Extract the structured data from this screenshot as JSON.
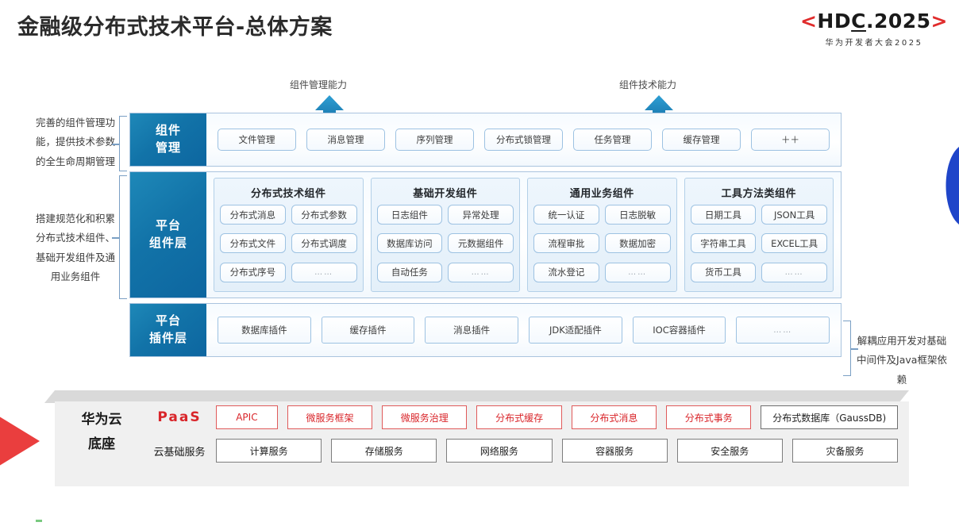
{
  "header": {
    "title": "金融级分布式技术平台-总体方案",
    "logo": {
      "bracket_left": "<",
      "bracket_right": ">",
      "main_pre": "HD",
      "main_underlined": "C",
      "main_post": ".2025",
      "subtitle": "华为开发者大会2025",
      "bracket_color": "#e02b2b",
      "text_color": "#1a1a1a"
    }
  },
  "callouts": {
    "arrow_left_label": "组件管理能力",
    "arrow_right_label": "组件技术能力",
    "arrow_color": "#1273a8"
  },
  "side_notes": {
    "left_top": "完善的组件管理功能，提供技术参数的全生命周期管理",
    "left_bottom": "搭建规范化和积累分布式技术组件、基础开发组件及通用业务组件",
    "right": "解耦应用开发对基础中间件及Java框架依赖"
  },
  "bands": [
    {
      "name": "component-management",
      "label": "组件\n管理",
      "label_line1": "组件",
      "label_line2": "管理",
      "chips": [
        "文件管理",
        "消息管理",
        "序列管理",
        "分布式锁管理",
        "任务管理",
        "缓存管理",
        "＋＋"
      ]
    },
    {
      "name": "platform-plugin-layer",
      "label_line1": "平台",
      "label_line2": "插件层",
      "chips": [
        "数据库插件",
        "缓存插件",
        "消息插件",
        "JDK适配插件",
        "IOC容器插件",
        "……"
      ]
    }
  ],
  "component_layer": {
    "label_line1": "平台",
    "label_line2": "组件层",
    "groups": [
      {
        "title": "分布式技术组件",
        "items": [
          "分布式消息",
          "分布式参数",
          "分布式文件",
          "分布式调度",
          "分布式序号",
          "……"
        ]
      },
      {
        "title": "基础开发组件",
        "items": [
          "日志组件",
          "异常处理",
          "数据库访问",
          "元数据组件",
          "自动任务",
          "……"
        ]
      },
      {
        "title": "通用业务组件",
        "items": [
          "统一认证",
          "日志脱敏",
          "流程审批",
          "数据加密",
          "流水登记",
          "……"
        ]
      },
      {
        "title": "工具方法类组件",
        "items": [
          "日期工具",
          "JSON工具",
          "字符串工具",
          "EXCEL工具",
          "货币工具",
          "……"
        ]
      }
    ]
  },
  "base": {
    "title_line1": "华为云",
    "title_line2": "底座",
    "rows": [
      {
        "label": "PaaS",
        "label_style": "paas",
        "items": [
          {
            "text": "APIC",
            "style": "red",
            "flex": 0.72
          },
          {
            "text": "微服务框架",
            "style": "red",
            "flex": 1
          },
          {
            "text": "微服务治理",
            "style": "red",
            "flex": 1
          },
          {
            "text": "分布式缓存",
            "style": "red",
            "flex": 1
          },
          {
            "text": "分布式消息",
            "style": "red",
            "flex": 1
          },
          {
            "text": "分布式事务",
            "style": "red",
            "flex": 1
          },
          {
            "text": "分布式数据库（GaussDB)",
            "style": "gray",
            "flex": 1.62
          }
        ]
      },
      {
        "label": "云基础服务",
        "label_style": "cloud",
        "items": [
          {
            "text": "计算服务",
            "style": "outline",
            "flex": 1
          },
          {
            "text": "存储服务",
            "style": "outline",
            "flex": 1
          },
          {
            "text": "网络服务",
            "style": "outline",
            "flex": 1
          },
          {
            "text": "容器服务",
            "style": "outline",
            "flex": 1
          },
          {
            "text": "安全服务",
            "style": "outline",
            "flex": 1
          },
          {
            "text": "灾备服务",
            "style": "outline",
            "flex": 1
          }
        ]
      }
    ]
  },
  "decor": {
    "red_wedge_color": "#ea3e3e",
    "blue_lens_color": "#1f45c9",
    "green_tick_color": "#79c97f"
  }
}
